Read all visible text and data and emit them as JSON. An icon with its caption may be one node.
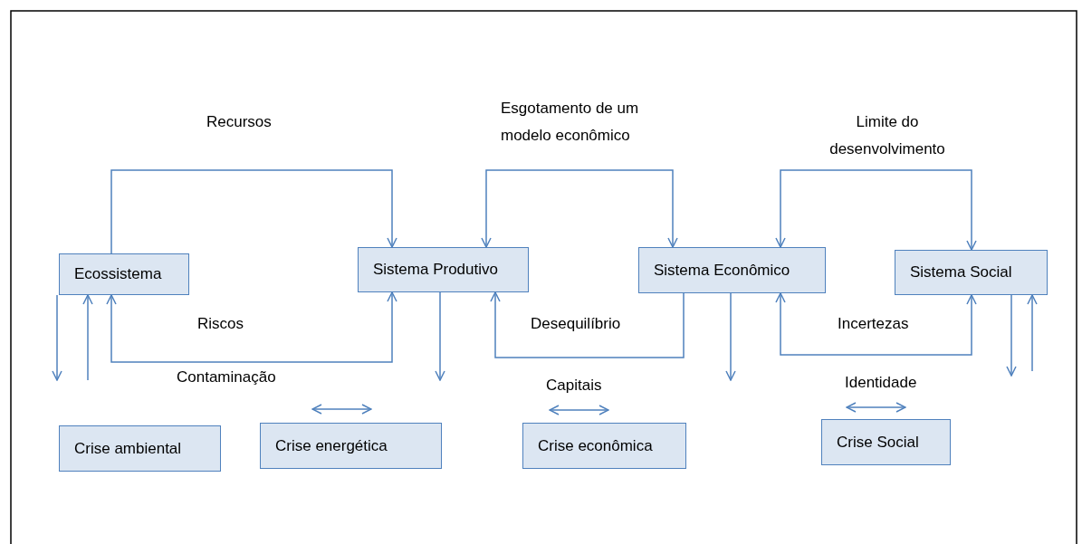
{
  "diagram": {
    "nodes": [
      {
        "text": [
          "Ecossistema"
        ]
      },
      {
        "text": [
          "Sistema Produtivo"
        ]
      },
      {
        "text": [
          "Sistema Econômico"
        ]
      },
      {
        "text": [
          "Sistema Social"
        ]
      },
      {
        "text": [
          "Crise ambiental"
        ]
      },
      {
        "text": [
          "Crise energética"
        ]
      },
      {
        "text": [
          "Crise econômica"
        ]
      },
      {
        "text": [
          "Crise Social"
        ]
      }
    ],
    "edges": [
      {
        "from": 0,
        "to": 1,
        "arrow": "to",
        "label": "Recursos"
      },
      {
        "from": 1,
        "to": 2,
        "arrow": "both",
        "label": "Esgotamento de um modelo econômico"
      },
      {
        "from": 2,
        "to": 3,
        "arrow": "both",
        "label": "Limite do desenvolvimento"
      },
      {
        "from": 0,
        "to": 1,
        "arrow": "both",
        "label": "Riscos"
      },
      {
        "from": 2,
        "to": 1,
        "arrow": "to",
        "label": "Desequilíbrio"
      },
      {
        "from": 2,
        "to": 3,
        "arrow": "both",
        "label": "Incertezas"
      },
      {
        "from": 0,
        "to": null,
        "arrow": "to"
      },
      {
        "from": null,
        "to": 0,
        "arrow": "to"
      },
      {
        "from": 1,
        "to": null,
        "arrow": "to"
      },
      {
        "from": 2,
        "to": null,
        "arrow": "to"
      },
      {
        "from": 3,
        "to": null,
        "arrow": "to"
      },
      {
        "from": null,
        "to": 3,
        "arrow": "to"
      }
    ],
    "labels": [
      "Contaminação",
      "Capitais",
      "Identidade"
    ]
  }
}
